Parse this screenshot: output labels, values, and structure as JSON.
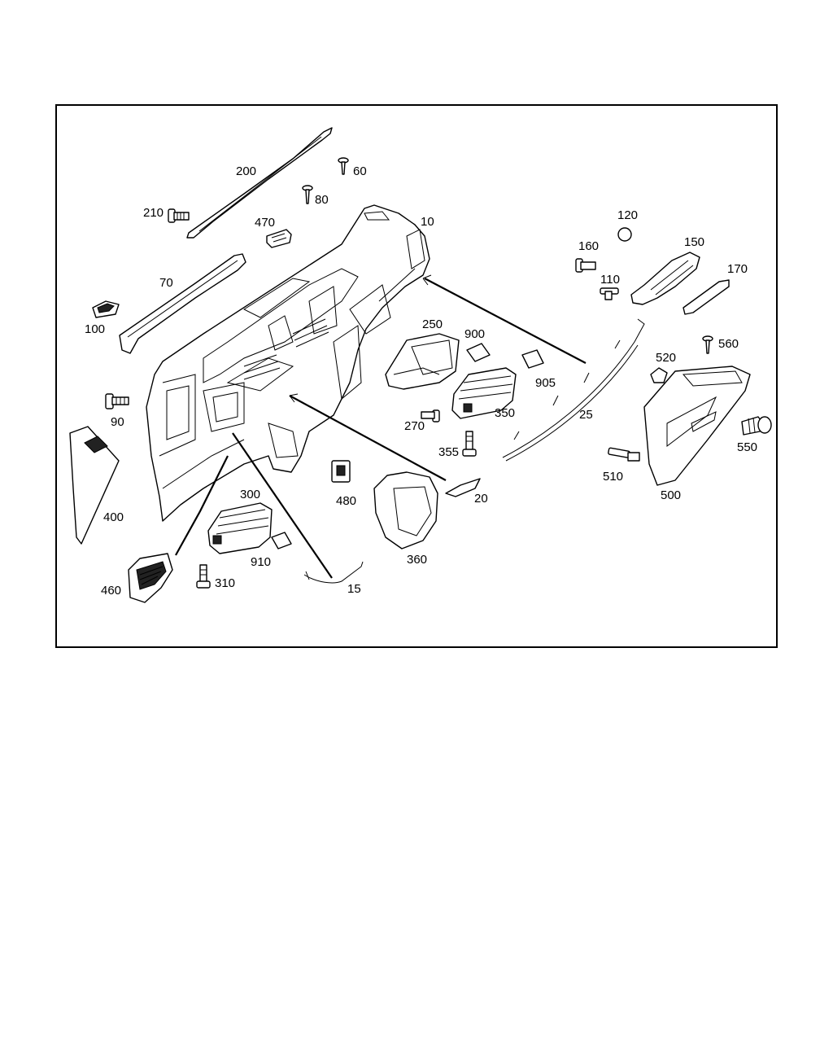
{
  "diagram": {
    "callouts": [
      "10",
      "15",
      "20",
      "25",
      "60",
      "70",
      "80",
      "90",
      "100",
      "110",
      "120",
      "150",
      "160",
      "170",
      "200",
      "210",
      "250",
      "270",
      "300",
      "310",
      "350",
      "355",
      "360",
      "400",
      "460",
      "470",
      "480",
      "500",
      "510",
      "520",
      "550",
      "560",
      "900",
      "905",
      "910"
    ]
  }
}
